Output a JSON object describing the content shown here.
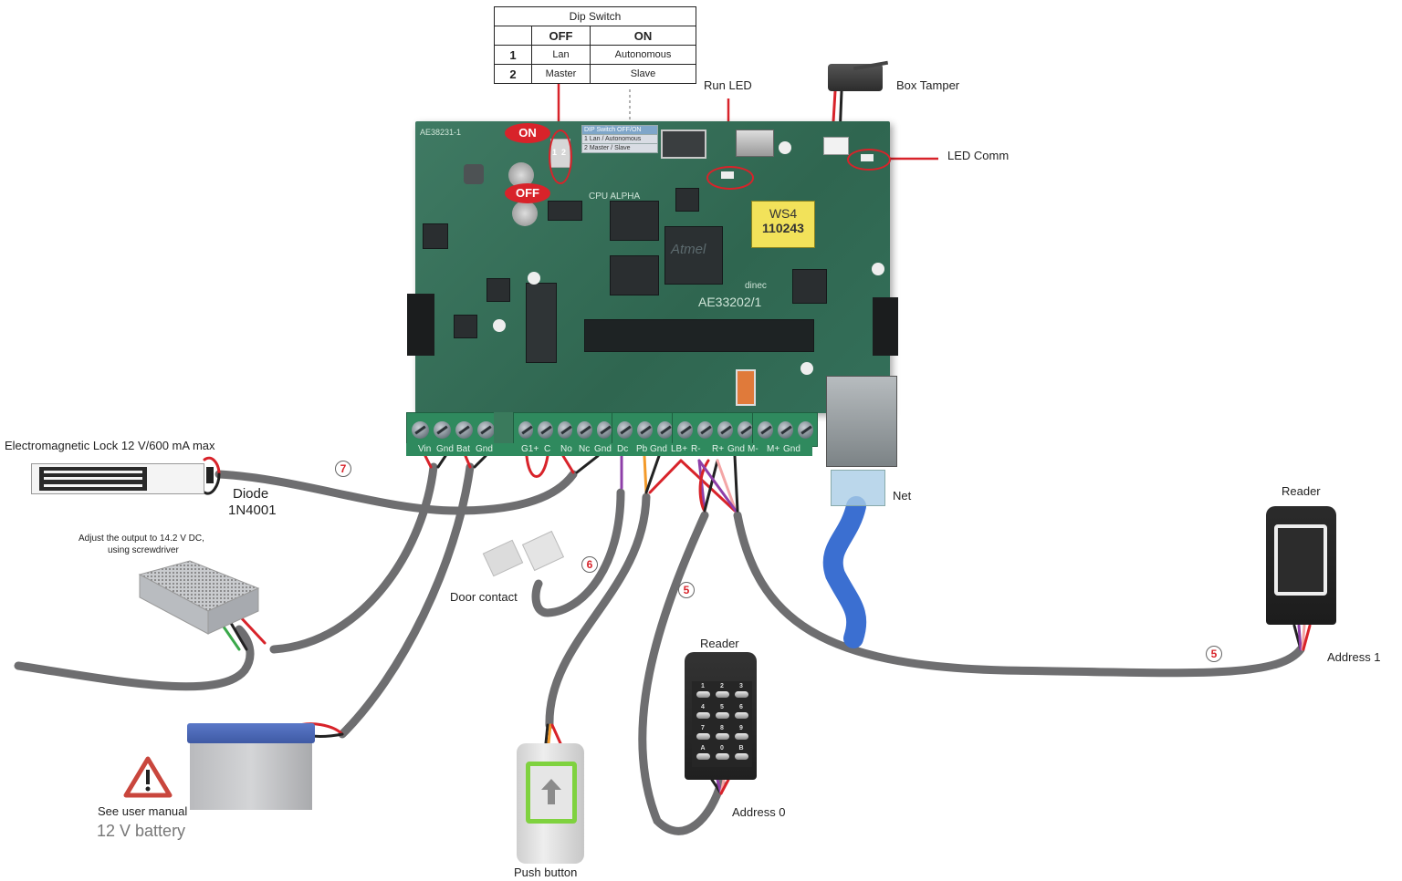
{
  "dip_switch_table": {
    "title": "Dip Switch",
    "headers": [
      "",
      "OFF",
      "ON"
    ],
    "rows": [
      {
        "num": "1",
        "off": "Lan",
        "on": "Autonomous"
      },
      {
        "num": "2",
        "off": "Master",
        "on": "Slave"
      }
    ]
  },
  "board": {
    "silkscreen_id": "AE33202/1",
    "top_left_id": "AE38231-1",
    "cpu_label": "CPU ALPHA",
    "chip_brand": "Atmel",
    "maker_logo": "dinec",
    "sticker_line1": "WS4",
    "sticker_line2": "110243",
    "dip_on_label": "ON",
    "dip_off_label": "OFF",
    "dip_positions": [
      "1",
      "2"
    ],
    "dip_mini_legend": {
      "title": "DIP Switch OFF/ON",
      "rows": [
        "1  Lan / Autonomous",
        "2  Master / Slave"
      ]
    }
  },
  "terminals": {
    "power_block": [
      "Vin",
      "Gnd",
      "Bat",
      "Gnd"
    ],
    "relay_block": [
      "G1+",
      "C",
      "No",
      "Nc",
      "Gnd"
    ],
    "door_block": [
      "Dc",
      "Pb",
      "Gnd"
    ],
    "reader_block": [
      "LB+",
      "R-",
      "R+",
      "Gnd"
    ],
    "bus_block": [
      "M-",
      "M+",
      "Gnd"
    ]
  },
  "callouts": {
    "run_led": "Run LED",
    "box_tamper": "Box Tamper",
    "led_comm": "LED Comm",
    "net": "Net"
  },
  "components": {
    "lock_label": "Electromagnetic Lock 12 V/600 mA max",
    "diode_line1": "Diode",
    "diode_line2": "1N4001",
    "psu_note_line1": "Adjust the output to 14.2 V DC,",
    "psu_note_line2": "using screwdriver",
    "warning_text": "See user manual",
    "battery_label": "12 V battery",
    "door_contact": "Door contact",
    "push_button": "Push button",
    "reader0_title": "Reader",
    "reader0_address": "Address 0",
    "reader1_title": "Reader",
    "reader1_address": "Address 1",
    "keypad_keys": [
      "1",
      "2",
      "3",
      "4",
      "5",
      "6",
      "7",
      "8",
      "9",
      "A",
      "0",
      "B"
    ]
  },
  "cable_steps": {
    "lock_cable": "7",
    "door_contact_cable": "6",
    "reader0_cable": "5",
    "reader1_cable": "5"
  },
  "colors": {
    "accent_red": "#d8232a",
    "board_green": "#336b55",
    "terminal_green": "#2f8a5e",
    "cable_gray": "#6e6e70",
    "net_cable_blue": "#3b6fd1"
  }
}
